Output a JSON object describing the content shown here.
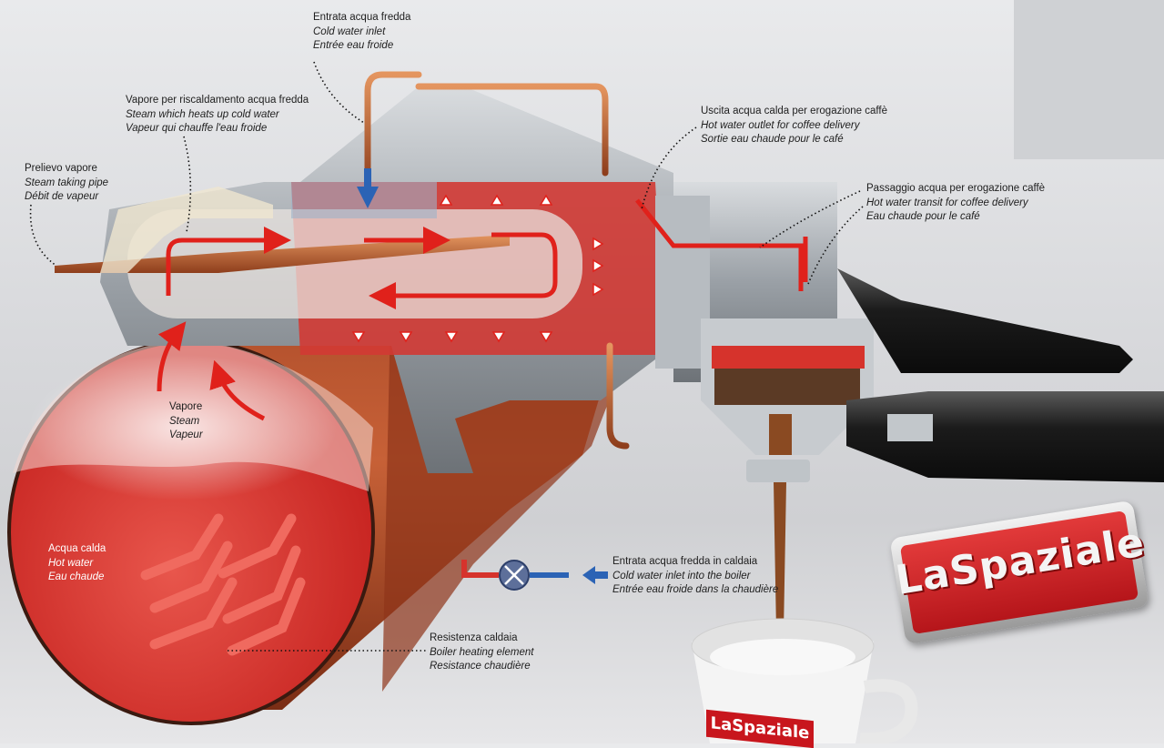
{
  "brand": {
    "logo_text": "LaSpaziale",
    "cup_logo_text": "LaSpaziale"
  },
  "colors": {
    "hot_water": "#d9322e",
    "boiler_copper": "#b9572f",
    "steel": "#9ea3a8",
    "cold_arrow": "#2b63b5",
    "hot_arrow": "#e0211b",
    "coffee": "#8a4a22"
  },
  "labels": {
    "cold_water_inlet": {
      "it": "Entrata acqua fredda",
      "en": "Cold water inlet",
      "fr": "Entrée eau froide"
    },
    "steam_heats_cold_water": {
      "it": "Vapore per riscaldamento acqua fredda",
      "en": "Steam which heats up cold water",
      "fr": "Vapeur qui chauffe l'eau froide"
    },
    "steam_taking_pipe": {
      "it": "Prelievo vapore",
      "en": "Steam taking pipe",
      "fr": "Débit de vapeur"
    },
    "hot_water_outlet": {
      "it": "Uscita acqua calda per erogazione caffè",
      "en": "Hot water outlet for coffee delivery",
      "fr": "Sortie eau chaude pour le café"
    },
    "hot_water_transit": {
      "it": "Passaggio acqua per erogazione caffè",
      "en": "Hot water transit for coffee delivery",
      "fr": "Eau chaude pour le café"
    },
    "steam": {
      "it": "Vapore",
      "en": "Steam",
      "fr": "Vapeur"
    },
    "hot_water": {
      "it": "Acqua calda",
      "en": "Hot water",
      "fr": "Eau chaude"
    },
    "boiler_cold_inlet": {
      "it": "Entrata acqua fredda in caldaia",
      "en": "Cold water inlet into the boiler",
      "fr": "Entrée eau froide dans la chaudière"
    },
    "heating_element": {
      "it": "Resistenza caldaia",
      "en": "Boiler heating element",
      "fr": "Resistance chaudière"
    }
  }
}
